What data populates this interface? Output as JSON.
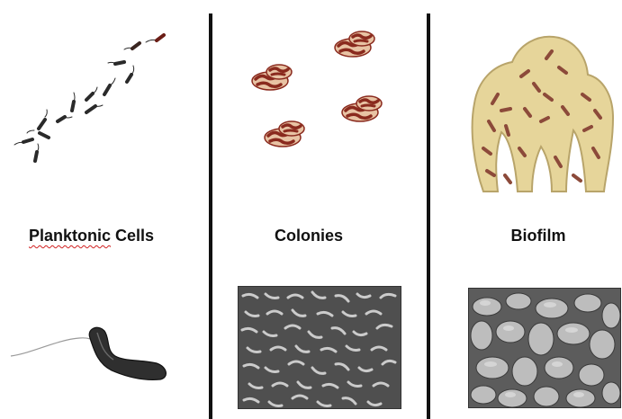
{
  "columns": [
    {
      "key": "planktonic",
      "label_main": "Planktonic",
      "label_rest": " Cells"
    },
    {
      "key": "colonies",
      "label": "Colonies"
    },
    {
      "key": "biofilm",
      "label": "Biofilm"
    }
  ],
  "colors": {
    "bacteria_dark": "#2a2a2a",
    "colony_red": "#8a2a1e",
    "colony_cream": "#e8c3a4",
    "biofilm_matrix": "#e6d59a",
    "biofilm_cell": "#8c4a3a",
    "divider": "#111111",
    "spellcheck": "#d02020"
  }
}
